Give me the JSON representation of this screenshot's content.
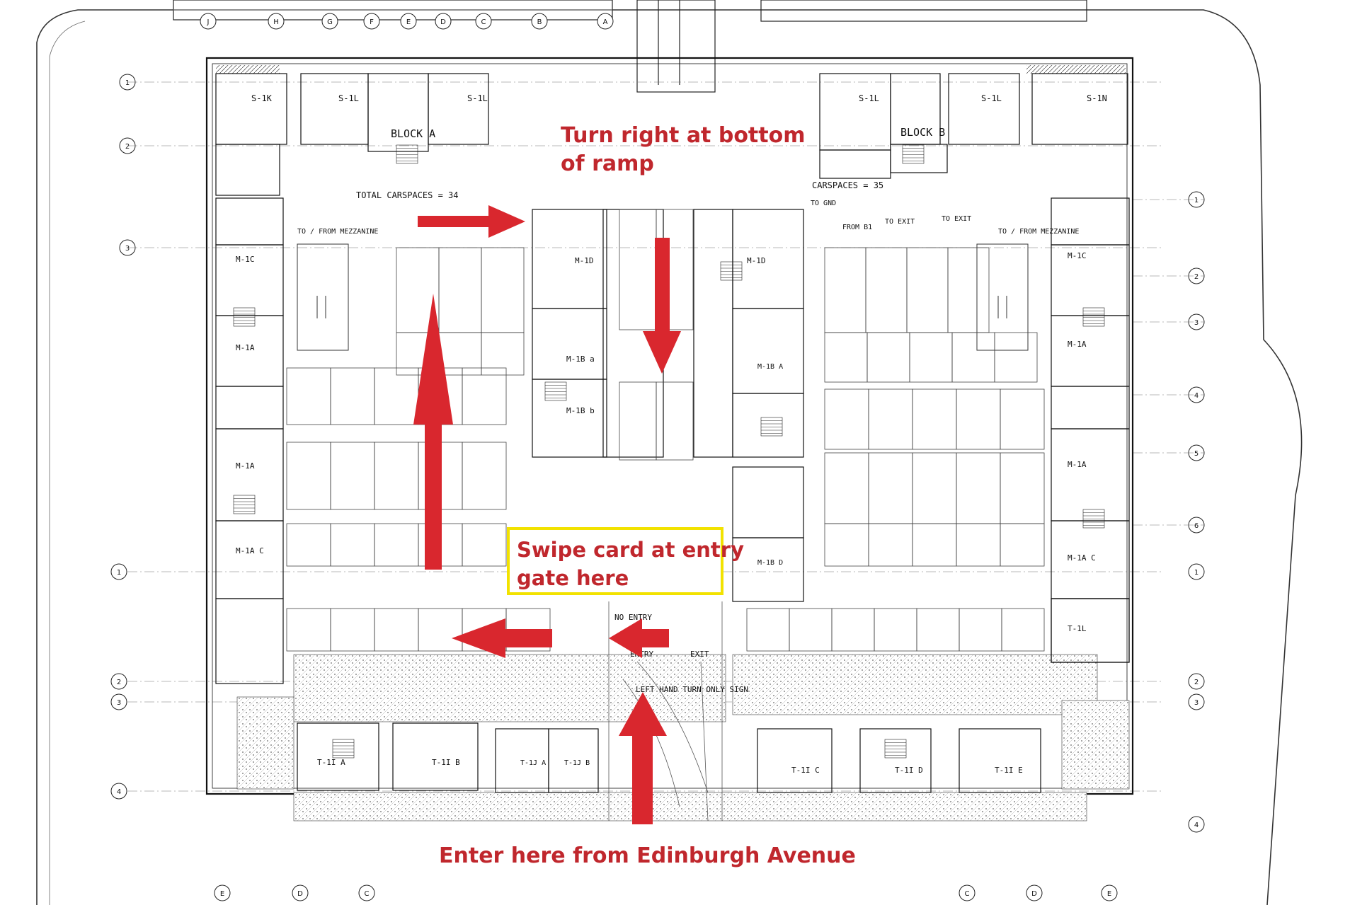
{
  "annotations": {
    "turn_right": [
      "Turn right at bottom",
      "of ramp"
    ],
    "swipe_card": [
      "Swipe card at entry",
      "gate here"
    ],
    "enter_here": "Enter here from Edinburgh Avenue"
  },
  "blocks": {
    "block_a": "BLOCK A",
    "block_b": "BLOCK B"
  },
  "carspaces": {
    "left": "TOTAL CARSPACES = 34",
    "right": "CARSPACES = 35"
  },
  "units": {
    "s1k": "S-1K",
    "s1l_a": "S-1L",
    "s1l_b": "S-1L",
    "s1l_c": "S-1L",
    "s1l_d": "S-1L",
    "s1n": "S-1N",
    "m1c_left": "M-1C",
    "m1a_left_1": "M-1A",
    "m1a_left_2": "M-1A",
    "m1ac_left": "M-1A C",
    "m1d_left": "M-1D",
    "m1d_right": "M-1D",
    "m1ba": "M-1B a",
    "m1bb": "M-1B b",
    "m1ba_r": "M-1B A",
    "m1bd": "M-1B D",
    "m1c_right": "M-1C",
    "m1a_right_1": "M-1A",
    "m1a_right_2": "M-1A",
    "m1ac_right": "M-1A C",
    "t1l": "T-1L",
    "t1ia": "T-1I A",
    "t1ib": "T-1I B",
    "t1ja": "T-1J A",
    "t1jb": "T-1J B",
    "t1ic": "T-1I C",
    "t1id": "T-1I D",
    "t1ie": "T-1I E"
  },
  "plan_text": {
    "to_from_mezzanine_left": "TO / FROM MEZZANINE",
    "to_from_mezzanine_right": "TO / FROM MEZZANINE",
    "to_exit_1": "TO EXIT",
    "to_exit_2": "TO EXIT",
    "from_b1": "FROM B1",
    "to_gnd": "TO GND",
    "no_entry": "NO ENTRY",
    "entry": "ENTRY",
    "exit": "EXIT",
    "left_hand_turn": "LEFT HAND TURN ONLY SIGN"
  },
  "grid_top": [
    "J",
    "H",
    "G",
    "F",
    "E",
    "D",
    "C",
    "B",
    "A"
  ],
  "grid_left": [
    "1",
    "2",
    "3",
    "1",
    "2",
    "3",
    "4"
  ],
  "grid_right": [
    "1",
    "2",
    "3",
    "4",
    "5",
    "6",
    "1",
    "2",
    "3",
    "4"
  ],
  "grid_bottom": [
    "E",
    "D",
    "C",
    "C",
    "D",
    "E"
  ],
  "colors": {
    "arrow": "#d9272e",
    "annotation_text": "#c0272d",
    "gate_box_border": "#f2e200",
    "linework": "#1a1a1a"
  }
}
